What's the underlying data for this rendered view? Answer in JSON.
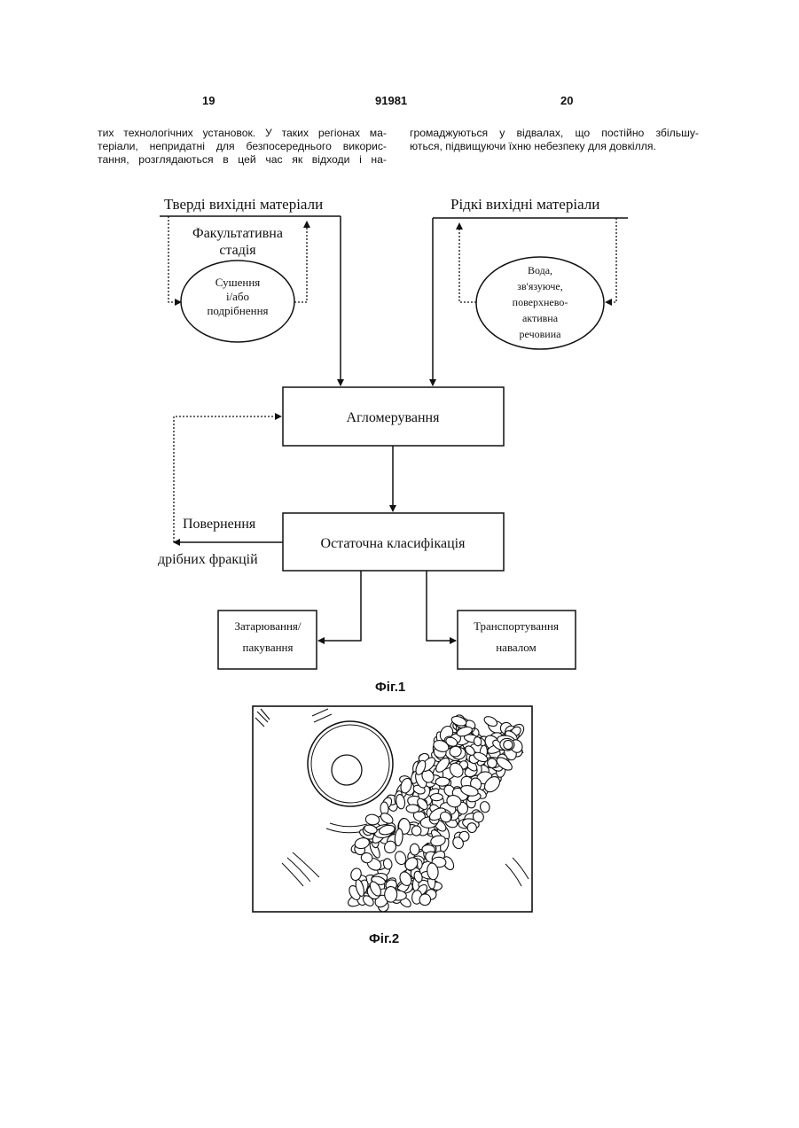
{
  "header": {
    "page_left": "19",
    "doc_number": "91981",
    "page_right": "20"
  },
  "text": {
    "left_lines": [
      "тих технологічних установок. У таких регіонах ма-",
      "теріали, непридатні для безпосереднього викорис-",
      "тання, розглядаються в цей час як відходи і на-"
    ],
    "right_lines": [
      "громаджуються у відвалах, що постійно збільшу-",
      "ються, підвищуючи їхню небезпеку для довкілля."
    ]
  },
  "fig1": {
    "solid_inputs": "Тверді вихідні матеріали",
    "liquid_inputs": "Рідкі вихідні матеріали",
    "optional_stage_1": "Факультативна",
    "optional_stage_2": "стадія",
    "drying_1": "Сушення",
    "drying_2": "і/або",
    "drying_3": "подрібнення",
    "liquid_1": "Вода,",
    "liquid_2": "зв'язуюче,",
    "liquid_3": "поверхнево-",
    "liquid_4": "активна",
    "liquid_5": "речовииа",
    "agglomeration": "Агломерування",
    "classification": "Остаточна класифікація",
    "return_1": "Повернення",
    "return_2": "дрібних фракцій",
    "packaging_1": "Затарювання/",
    "packaging_2": "пакування",
    "bulk_1": "Транспортування",
    "bulk_2": "навалом",
    "caption": "Фіг.1"
  },
  "fig2": {
    "caption": "Фіг.2"
  }
}
